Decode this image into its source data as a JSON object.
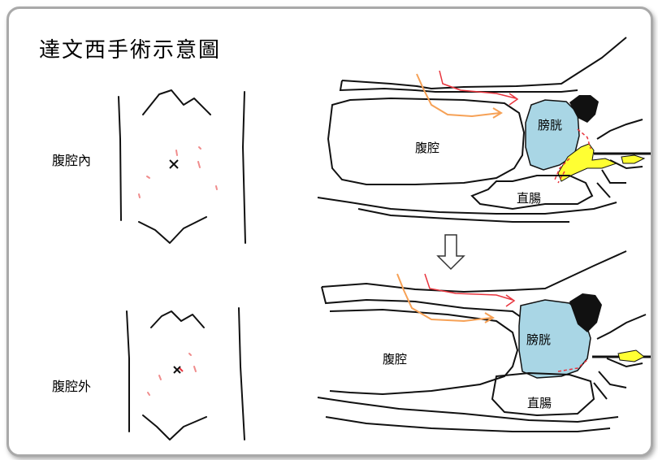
{
  "title": "達文西手術示意圖",
  "top_row": {
    "body_label": "腹腔內",
    "cavity_label": "腹腔",
    "bladder_label": "膀胱",
    "rectum_label": "直腸"
  },
  "bottom_row": {
    "body_label": "腹腔外",
    "cavity_label": "腹腔",
    "bladder_label": "膀胱",
    "rectum_label": "直腸"
  },
  "colors": {
    "frame_border": "#a9a9a9",
    "bladder_fill": "#a9d6e5",
    "prostate_fill": "#ffff33",
    "instrument_arrow": "#f6a156",
    "incision_arrow": "#e8343d",
    "incision_marks": "#f08c8c"
  }
}
